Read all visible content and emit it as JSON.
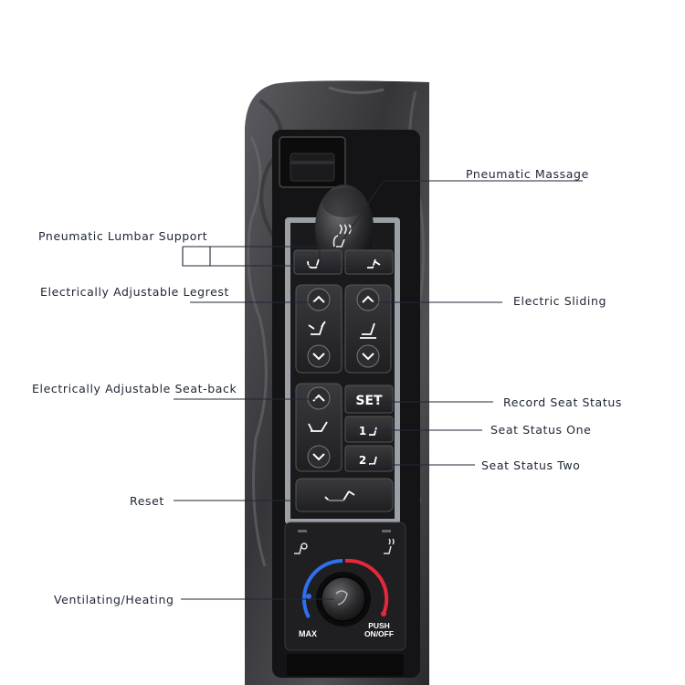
{
  "labels": {
    "pneumatic_massage": "Pneumatic Massage",
    "pneumatic_lumbar_support": "Pneumatic Lumbar Support",
    "electrically_adjustable_legrest": "Electrically Adjustable Legrest",
    "electric_sliding": "Electric Sliding",
    "electrically_adjustable_seat_back": "Electrically Adjustable Seat-back",
    "record_seat_status": "Record Seat Status",
    "seat_status_one": "Seat Status One",
    "seat_status_two": "Seat Status Two",
    "reset": "Reset",
    "ventilating_heating": "Ventilating/Heating"
  },
  "buttons": {
    "set": "SET",
    "memory_one": "1",
    "memory_two": "2"
  },
  "knob": {
    "max": "MAX",
    "push_line1": "PUSH",
    "push_line2": "ON/OFF"
  },
  "colors": {
    "panel": "#1c1c1e",
    "button": "#2a2a2d",
    "leader": "#1e2738",
    "cold": "#2f6ff0",
    "hot": "#e8283a"
  }
}
